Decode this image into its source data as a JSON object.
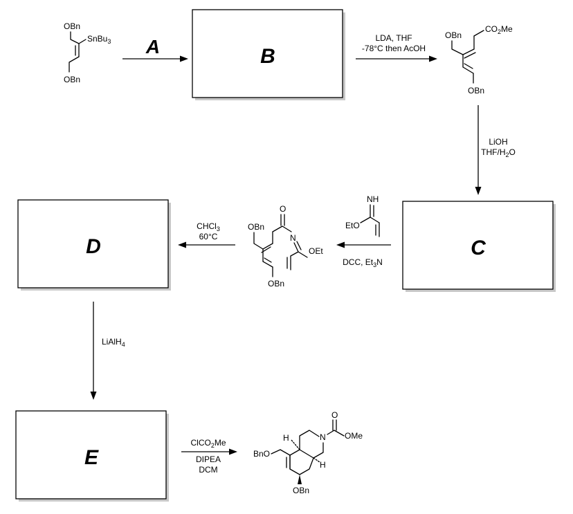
{
  "boxes": {
    "B": "B",
    "C": "C",
    "D": "D",
    "E": "E"
  },
  "reagent_label_A": "A",
  "conditions": {
    "b_to_ester": {
      "line1": "LDA, THF",
      "line2": "-78°C then AcOH"
    },
    "ester_to_c": {
      "line1": "LiOH",
      "line2_pre": "THF/H",
      "line2_sub": "2",
      "line2_post": "O"
    },
    "c_to_imide": {
      "below_pre": "DCC, Et",
      "below_sub": "3",
      "below_post": "N"
    },
    "imide_to_d": {
      "line1_pre": "CHCl",
      "line1_sub": "3",
      "line2": "60°C"
    },
    "d_to_e": {
      "pre": "LiAlH",
      "sub": "4"
    },
    "e_to_product": {
      "line1_pre": "ClCO",
      "line1_sub": "2",
      "line1_post": "Me",
      "line2": "DIPEA",
      "line3": "DCM"
    }
  },
  "molecule_labels": {
    "start_obn_top": "OBn",
    "start_snbu3_pre": "SnBu",
    "start_snbu3_sub": "3",
    "start_obn_bottom": "OBn",
    "ester_obn_top": "OBn",
    "ester_co2me_pre": "CO",
    "ester_co2me_sub": "2",
    "ester_co2me_post": "Me",
    "ester_obn_bottom": "OBn",
    "imidate_nh": "NH",
    "imidate_eto": "EtO",
    "imide_o": "O",
    "imide_obn_top": "OBn",
    "imide_n": "N",
    "imide_oet": "OEt",
    "imide_obn_bottom": "OBn",
    "prod_o": "O",
    "prod_ome": "OMe",
    "prod_n": "N",
    "prod_h_top": "H",
    "prod_h_bottom": "H",
    "prod_bno": "BnO",
    "prod_obn": "OBn"
  }
}
